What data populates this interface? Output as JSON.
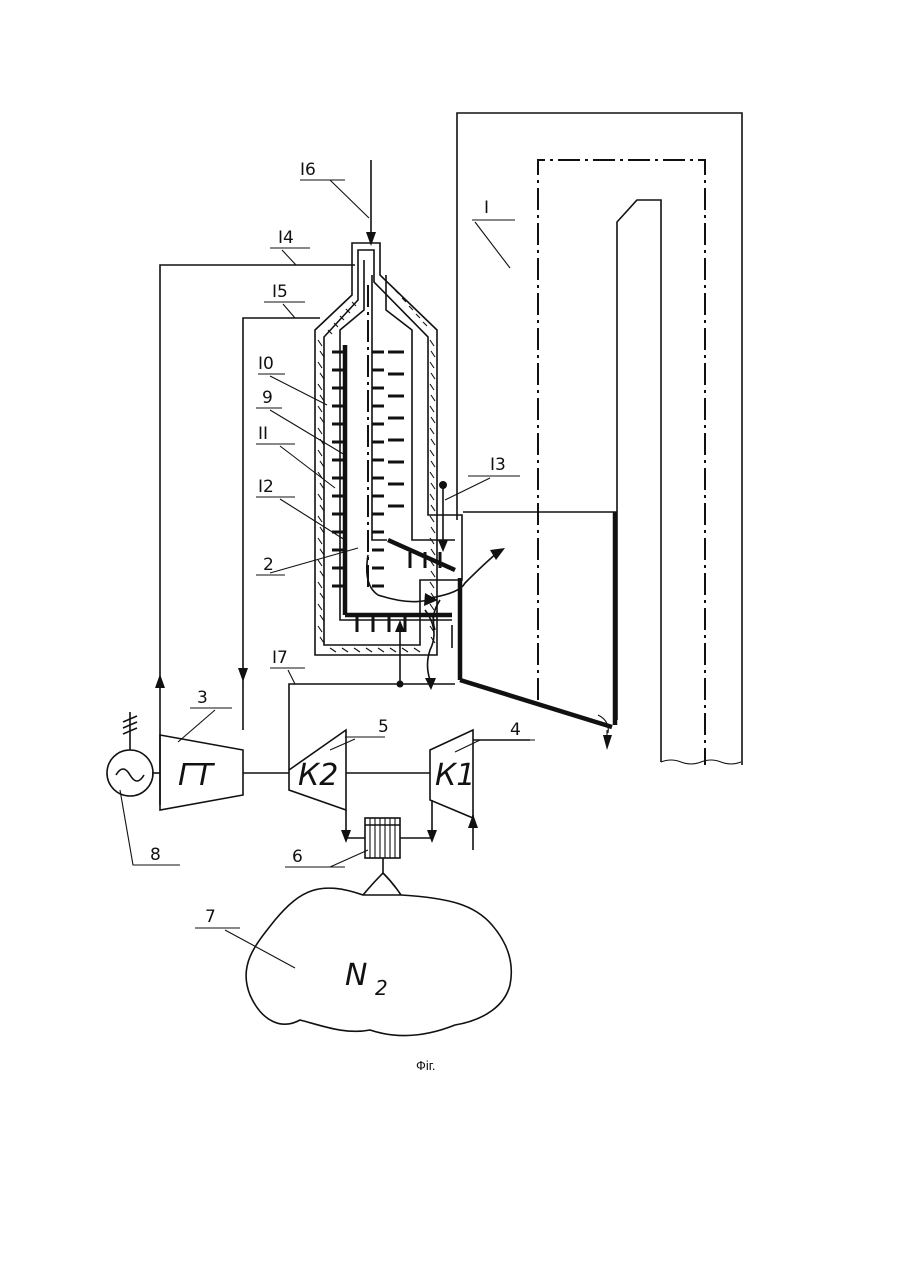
{
  "labels": {
    "l1": "I",
    "l2": "2",
    "l3": "3",
    "l4": "4",
    "l5": "5",
    "l6": "6",
    "l7": "7",
    "l8": "8",
    "l9": "9",
    "l10": "I0",
    "l11": "II",
    "l12": "I2",
    "l13": "I3",
    "l14": "I4",
    "l15": "I5",
    "l16": "I6",
    "l17": "I7"
  },
  "equipment": {
    "gas_turbine": "ГТ",
    "compressor_2": "К2",
    "compressor_1": "К1",
    "reservoir": "N",
    "reservoir_subscript": "2"
  },
  "caption": "Фіг."
}
